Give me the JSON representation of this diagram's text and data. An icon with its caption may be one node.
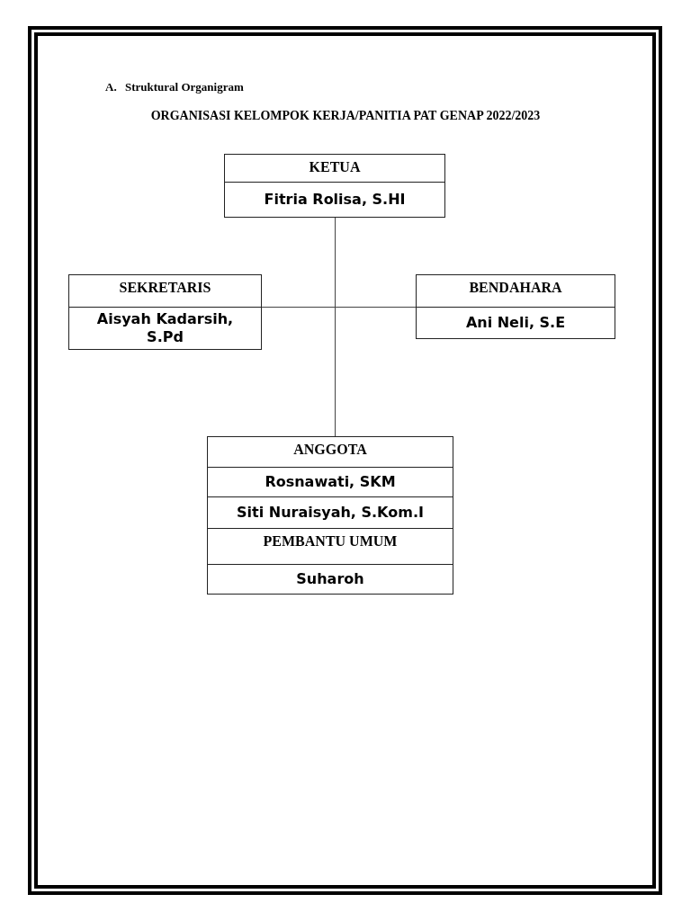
{
  "diagram": {
    "title": "ORGANISASI KELOMPOK KERJA/PANITIA PAT GENAP 2022/2023",
    "nodes": [
      {
        "text": [
          "KETUA",
          "Fitria Rolisa, S.HI"
        ]
      },
      {
        "text": [
          "SEKRETARIS",
          "Aisyah Kadarsih, S.Pd"
        ]
      },
      {
        "text": [
          "BENDAHARA",
          "Ani Neli, S.E"
        ]
      },
      {
        "text": [
          "ANGGOTA",
          "Rosnawati, SKM",
          "Siti Nuraisyah, S.Kom.I"
        ]
      },
      {
        "text": [
          "PEMBANTU UMUM",
          "Suharoh"
        ]
      }
    ],
    "edges": [
      {
        "from": 0,
        "to": 3,
        "arrow": "none"
      },
      {
        "from": 0,
        "to": 1,
        "arrow": "none"
      },
      {
        "from": 0,
        "to": 2,
        "arrow": "none"
      }
    ],
    "labels": [
      "A.",
      "Struktural Organigram"
    ]
  }
}
